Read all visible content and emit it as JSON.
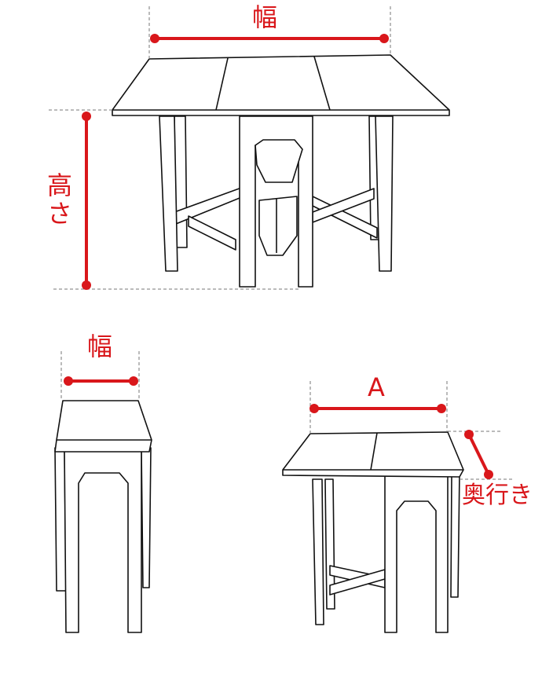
{
  "labels": {
    "top_width": "幅",
    "height": "高さ",
    "folded_width": "幅",
    "a_dimension": "A",
    "depth": "奥行き"
  },
  "colors": {
    "dimension_red": "#d9171b",
    "guide_gray": "#777777",
    "line": "#111111"
  }
}
